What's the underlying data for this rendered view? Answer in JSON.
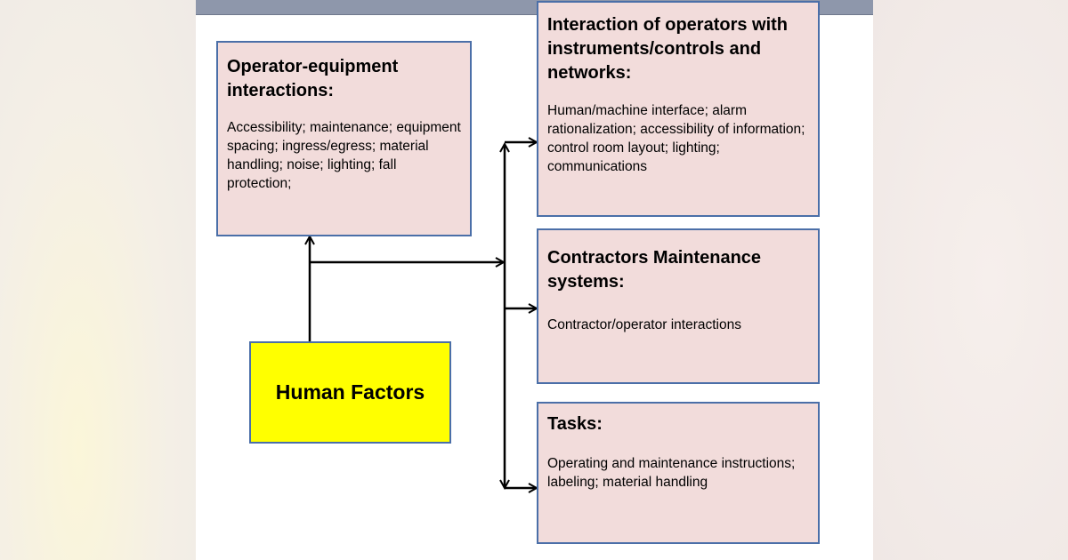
{
  "diagram": {
    "center": {
      "label": "Human Factors"
    },
    "boxes": {
      "operator_equipment": {
        "title": "Operator-equipment interactions:",
        "body": "Accessibility; maintenance; equipment spacing; ingress/egress; material handling; noise; lighting; fall protection;"
      },
      "interaction_operators": {
        "title": "Interaction of operators with instruments/controls and networks:",
        "body": "Human/machine interface; alarm rationalization; accessibility of information; control room layout; lighting; communications"
      },
      "contractors": {
        "title": "Contractors Maintenance systems:",
        "body": "Contractor/operator interactions"
      },
      "tasks": {
        "title": "Tasks:",
        "body": "Operating and maintenance instructions; labeling; material handling"
      }
    }
  },
  "colors": {
    "box_fill": "#f2dcdb",
    "box_border": "#4b6fa8",
    "center_fill": "#ffff00",
    "slide_top_bar": "#8e97ab"
  }
}
